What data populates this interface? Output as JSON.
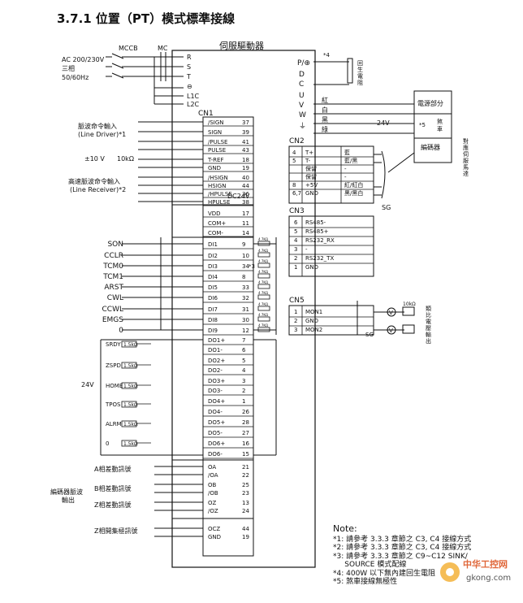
{
  "page_title": "3.7.1  位置（PT）模式標準接線",
  "power": {
    "mccb": "MCCB",
    "mc": "MC",
    "supply_lines": [
      "AC 200/230V",
      "三相",
      "50/60Hz"
    ],
    "terminals": [
      "R",
      "S",
      "T",
      "⊖",
      "L1C",
      "L2C"
    ]
  },
  "drive_label": "伺服驅動器",
  "cn1": {
    "label": "CN1",
    "pulse_in_driver": [
      "脈波命令輸入",
      "(Line Driver)*1"
    ],
    "pulse_in_receiver": [
      "高速脈波命令輸入",
      "(Line Receiver)*2"
    ],
    "analog_supply": "±10 V",
    "pot": "10kΩ",
    "dc24v": "DC24V",
    "pins_top": [
      {
        "name": "/SIGN",
        "pin": "37"
      },
      {
        "name": "SIGN",
        "pin": "39"
      },
      {
        "name": "/PULSE",
        "pin": "41"
      },
      {
        "name": "PULSE",
        "pin": "43"
      },
      {
        "name": "T-REF",
        "pin": "18"
      },
      {
        "name": "GND",
        "pin": "19"
      },
      {
        "name": "/HSIGN",
        "pin": "40"
      },
      {
        "name": "HSIGN",
        "pin": "44"
      },
      {
        "name": "/HPULSE",
        "pin": "36"
      },
      {
        "name": "HPULSE",
        "pin": "38"
      },
      {
        "name": "VDD",
        "pin": "17"
      },
      {
        "name": "COM+",
        "pin": "11"
      },
      {
        "name": "COM-",
        "pin": "14"
      }
    ],
    "inputs": [
      {
        "sig": "SON",
        "name": "DI1",
        "pin": "9"
      },
      {
        "sig": "CCLR",
        "name": "DI2",
        "pin": "10"
      },
      {
        "sig": "TCM0",
        "name": "DI3",
        "pin": "34"
      },
      {
        "sig": "TCM1",
        "name": "DI4",
        "pin": "8"
      },
      {
        "sig": "ARST",
        "name": "DI5",
        "pin": "33"
      },
      {
        "sig": "CWL",
        "name": "DI6",
        "pin": "32"
      },
      {
        "sig": "CCWL",
        "name": "DI7",
        "pin": "31"
      },
      {
        "sig": "EMGS",
        "name": "DI8",
        "pin": "30"
      },
      {
        "sig": "0",
        "name": "DI9",
        "pin": "12"
      }
    ],
    "input_note": "*3",
    "resistor_label": "4.7KΩ",
    "outputs": [
      {
        "name": "DO1+",
        "pin": "7"
      },
      {
        "name": "DO1-",
        "pin": "6"
      },
      {
        "name": "DO2+",
        "pin": "5"
      },
      {
        "name": "DO2-",
        "pin": "4"
      },
      {
        "name": "DO3+",
        "pin": "3"
      },
      {
        "name": "DO3-",
        "pin": "2"
      },
      {
        "name": "DO4+",
        "pin": "1"
      },
      {
        "name": "DO4-",
        "pin": "26"
      },
      {
        "name": "DO5+",
        "pin": "28"
      },
      {
        "name": "DO5-",
        "pin": "27"
      },
      {
        "name": "DO6+",
        "pin": "16"
      },
      {
        "name": "DO6-",
        "pin": "15"
      }
    ],
    "output_loads": [
      "SRDY",
      "ZSPD",
      "HOME",
      "TPOS",
      "ALRM",
      "0"
    ],
    "load_res": "1.5kΩ",
    "supply_24v": "24V",
    "encoder_pins": [
      {
        "name": "OA",
        "pin": "21"
      },
      {
        "name": "/OA",
        "pin": "22"
      },
      {
        "name": "OB",
        "pin": "25"
      },
      {
        "name": "/OB",
        "pin": "23"
      },
      {
        "name": "OZ",
        "pin": "13"
      },
      {
        "name": "/OZ",
        "pin": "24"
      },
      {
        "name": "OCZ",
        "pin": "44"
      },
      {
        "name": "GND",
        "pin": "19"
      }
    ],
    "encoder_groups": [
      "A相差動訊號",
      "B相差動訊號",
      "Z相差動訊號",
      "Z相開集極訊號"
    ],
    "encoder_output": [
      "編碼器脈波",
      "輸出"
    ]
  },
  "motor": {
    "terminals": [
      "P/⊕",
      "D",
      "C",
      "U",
      "V",
      "W",
      "⏚"
    ],
    "regen_note": "*4",
    "regen": [
      "回",
      "生",
      "電",
      "阻"
    ],
    "colors": [
      "紅",
      "白",
      "黑",
      "綠"
    ],
    "power_part": "電源部分",
    "brake": [
      "煞",
      "車"
    ],
    "brake_note": "*5",
    "v24": "24V",
    "encoder": "編碼器",
    "side": [
      "對",
      "應",
      "伺",
      "服",
      "馬",
      "達"
    ]
  },
  "cn2": {
    "label": "CN2",
    "rows": [
      {
        "pin": "4",
        "name": "T+",
        "color": "藍"
      },
      {
        "pin": "5",
        "name": "T-",
        "color": "藍/黑"
      },
      {
        "pin": "",
        "name": "保留",
        "color": "-"
      },
      {
        "pin": "",
        "name": "保留",
        "color": "-"
      },
      {
        "pin": "8",
        "name": "+5V",
        "color": "紅/紅白"
      },
      {
        "pin": "6,7",
        "name": "GND",
        "color": "黑/黑白"
      }
    ],
    "sg": "SG"
  },
  "cn3": {
    "label": "CN3",
    "rows": [
      {
        "pin": "6",
        "name": "RS485-"
      },
      {
        "pin": "5",
        "name": "RS485+"
      },
      {
        "pin": "4",
        "name": "RS232_RX"
      },
      {
        "pin": "3",
        "name": "-"
      },
      {
        "pin": "2",
        "name": "RS232_TX"
      },
      {
        "pin": "1",
        "name": "GND"
      }
    ]
  },
  "cn5": {
    "label": "CN5",
    "rows": [
      {
        "pin": "1",
        "name": "MON1"
      },
      {
        "pin": "2",
        "name": "GND"
      },
      {
        "pin": "3",
        "name": "MON2"
      }
    ],
    "pot": "10kΩ",
    "meter": "V",
    "sg": "SG",
    "side": [
      "類",
      "比",
      "電",
      "壓",
      "輸",
      "出"
    ]
  },
  "notes": {
    "title": "Note:",
    "items": [
      "*1: 請參考 3.3.3 章節之 C3, C4 接線方式",
      "*2: 請參考 3.3.3 章節之 C3, C4 接線方式",
      "*3: 請參考 3.3.3 章節之 C9~C12 SINK/",
      "     SOURCE 模式配線",
      "*4: 400W 以下無內建回生電阻",
      "*5: 煞車接線無極性"
    ]
  },
  "watermark": {
    "cn": "中华工控网",
    "url": "gkong.com"
  }
}
